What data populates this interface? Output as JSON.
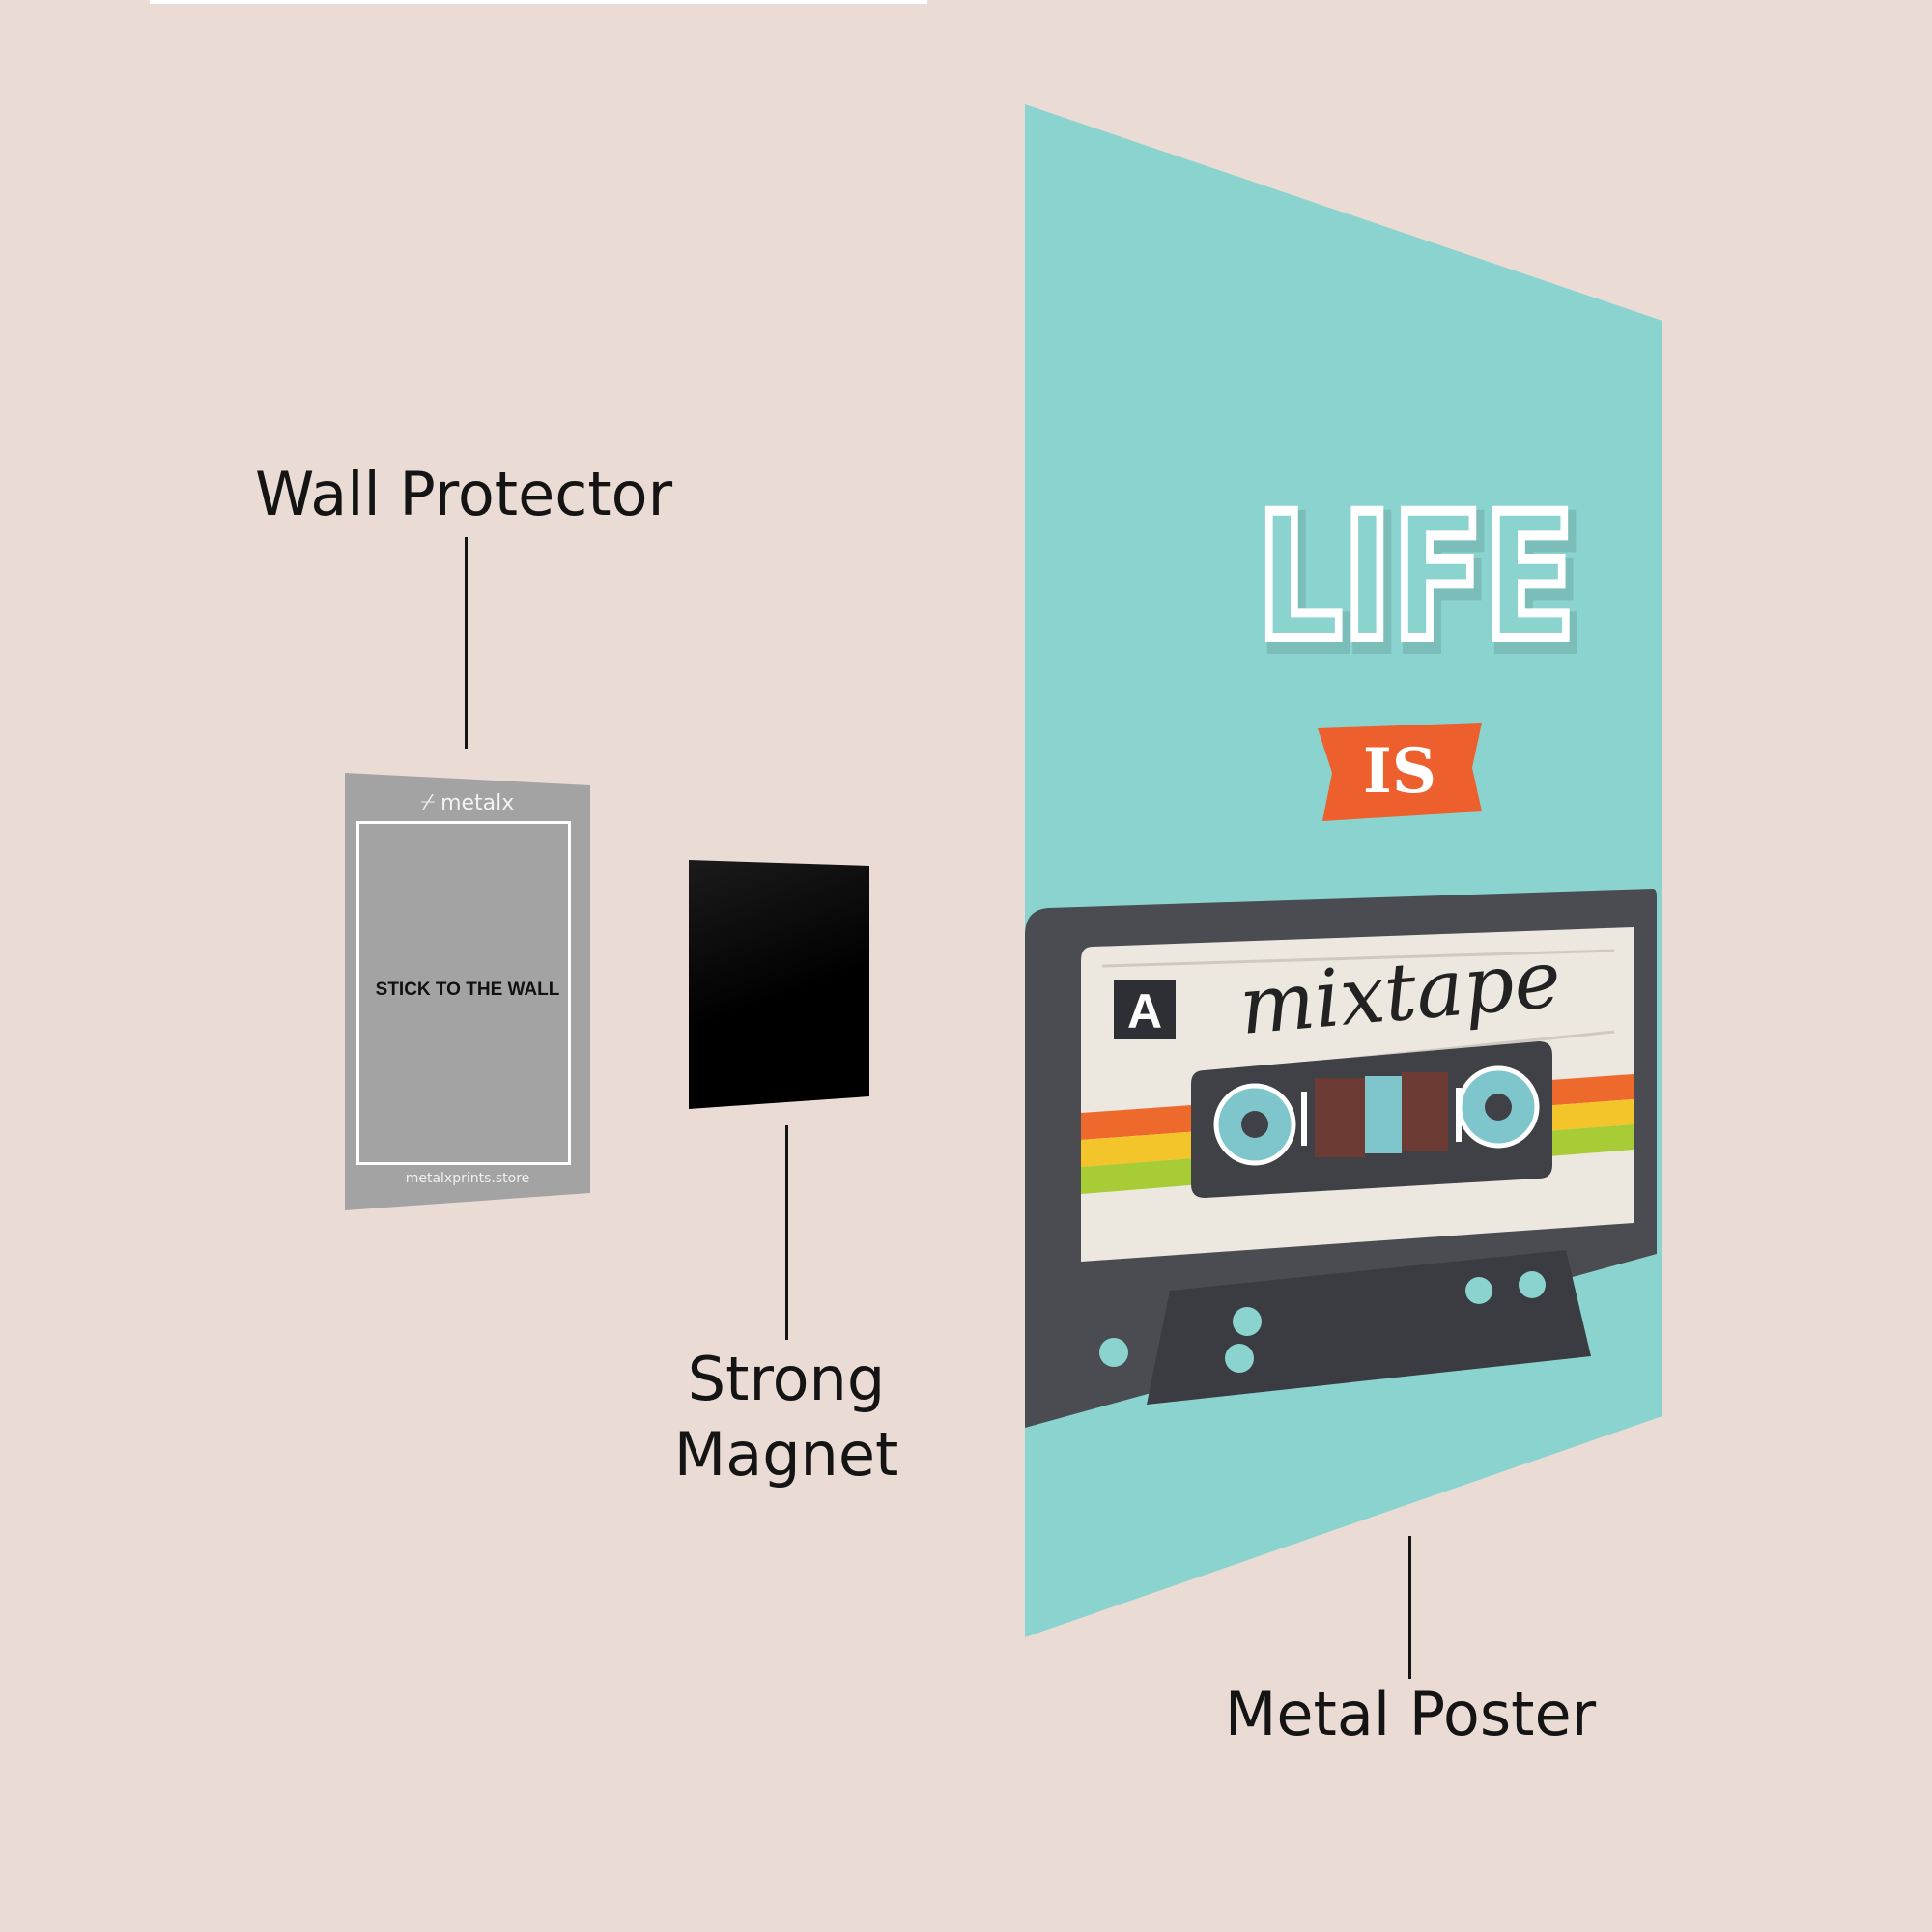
{
  "labels": {
    "wall_protector": "Wall Protector",
    "strong_magnet_line1": "Strong",
    "strong_magnet_line2": "Magnet",
    "metal_poster": "Metal Poster"
  },
  "protector": {
    "brand": "metalx",
    "brand_icon": "metalx-logo-icon",
    "instruction": "STICK TO THE WALL",
    "website": "metalxprints.store"
  },
  "poster": {
    "headline": "LIFE",
    "ribbon_text": "IS",
    "cassette_side": "A",
    "cassette_title": "mixtape"
  },
  "colors": {
    "background": "#eadcd4",
    "poster_teal": "#8ad3cf",
    "ribbon_orange": "#ee5f2e",
    "cassette_dark": "#4a4c52",
    "protector_gray": "#a3a3a3",
    "magnet_black": "#000000"
  }
}
